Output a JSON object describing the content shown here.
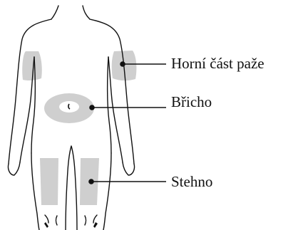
{
  "labels": {
    "upper_arm": "Horní část paže",
    "abdomen": "Břicho",
    "thigh": "Stehno"
  },
  "colors": {
    "outline": "#111111",
    "injection_zone": "#cfcfcf",
    "background": "#ffffff"
  }
}
